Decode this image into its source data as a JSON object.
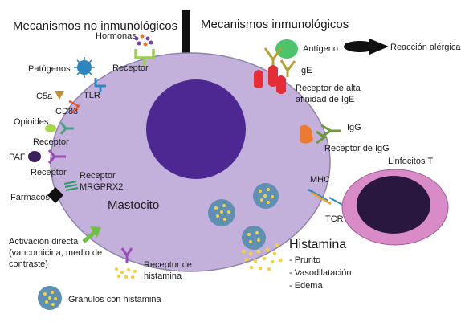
{
  "headings": {
    "non_immunologic": "Mecanismos no inmunológicos",
    "immunologic": "Mecanismos inmunológicos"
  },
  "cell_label": "Mastocito",
  "left_labels": {
    "hormonas": "Hormonas",
    "receptor_hormonas": "Receptor",
    "patogenos": "Patógenos",
    "tlr": "TLR",
    "c5a": "C5a",
    "cd88": "CD88",
    "opioides": "Opioides",
    "receptor_opioides": "Receptor",
    "paf": "PAF",
    "receptor_paf": "Receptor",
    "receptor_mrgprx2_line1": "Receptor",
    "receptor_mrgprx2_line2": "MRGPRX2",
    "farmacos": "Fármacos",
    "activacion_line1": "Activación directa",
    "activacion_line2": "(vancomicina, medio de",
    "activacion_line3": "contraste)",
    "receptor_histamina_line1": "Receptor de",
    "receptor_histamina_line2": "histamina",
    "granulos_legend": "Gránulos con histamina"
  },
  "right_labels": {
    "antigeno": "Antígeno",
    "reaccion_alergica": "Reacción alérgica",
    "ige": "IgE",
    "receptor_ige_line1": "Receptor de alta",
    "receptor_ige_line2": "afinidad de IgE",
    "igg": "IgG",
    "receptor_igg": "Receptor de IgG",
    "linfocitos_t": "Linfocitos T",
    "mhc": "MHC",
    "tcr": "TCR"
  },
  "histamina": {
    "title": "Histamina",
    "effects": [
      "- Prurito",
      "- Vasodilatación",
      "- Edema"
    ]
  },
  "colors": {
    "cell_body": "#c3b1dc",
    "nucleus": "#4d2893",
    "granule": "#5f8fb1",
    "granule_dot": "#f4d23f",
    "receptor_green": "#9acd50",
    "receptor_red": "#e52d38",
    "receptor_orange": "#ec7a2f",
    "igg_green": "#6c9a3a",
    "tlymph_outer": "#d98bc8",
    "tlymph_nucleus": "#2a1740",
    "tlr_blue": "#2e86c1",
    "arrow_green": "#6dc042",
    "c5a_brown": "#c49035",
    "opioid_green": "#a8d84a",
    "paf_purple": "#3b1f5a"
  }
}
